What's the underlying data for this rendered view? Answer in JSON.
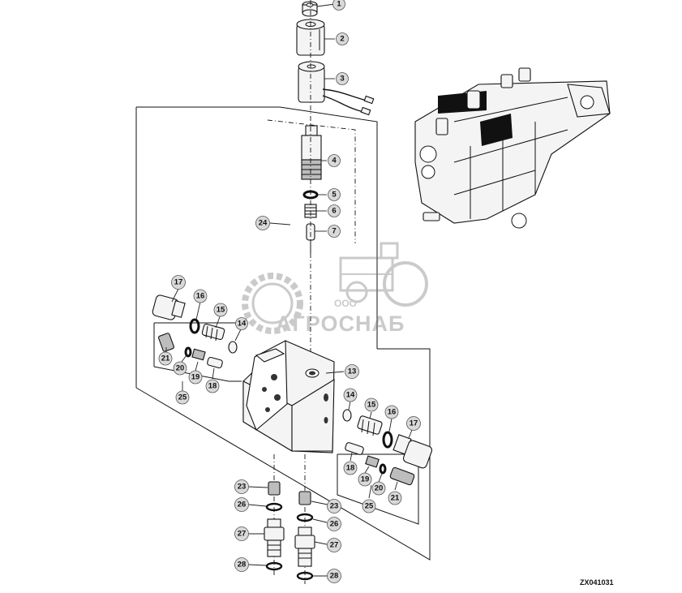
{
  "figure_id": "ZX041031",
  "watermark": {
    "small_text": "ООО",
    "main_text": "АГРОСНАБ"
  },
  "callouts": [
    {
      "label": "1"
    },
    {
      "label": "2"
    },
    {
      "label": "3"
    },
    {
      "label": "4"
    },
    {
      "label": "5"
    },
    {
      "label": "6"
    },
    {
      "label": "7"
    },
    {
      "label": "24"
    },
    {
      "label": "17"
    },
    {
      "label": "16"
    },
    {
      "label": "15"
    },
    {
      "label": "14"
    },
    {
      "label": "21"
    },
    {
      "label": "20"
    },
    {
      "label": "19"
    },
    {
      "label": "18"
    },
    {
      "label": "25"
    },
    {
      "label": "13"
    },
    {
      "label": "14"
    },
    {
      "label": "15"
    },
    {
      "label": "16"
    },
    {
      "label": "17"
    },
    {
      "label": "18"
    },
    {
      "label": "19"
    },
    {
      "label": "20"
    },
    {
      "label": "21"
    },
    {
      "label": "25"
    },
    {
      "label": "23"
    },
    {
      "label": "26"
    },
    {
      "label": "27"
    },
    {
      "label": "28"
    },
    {
      "label": "23"
    },
    {
      "label": "26"
    },
    {
      "label": "27"
    },
    {
      "label": "28"
    }
  ]
}
